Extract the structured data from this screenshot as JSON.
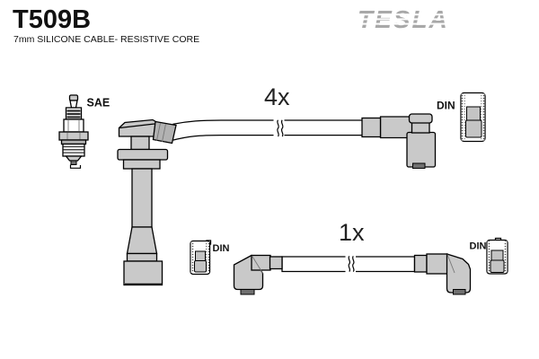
{
  "header": {
    "part_number": "T509B",
    "subtitle": "7mm SILICONE CABLE- RESISTIVE CORE"
  },
  "brand": {
    "logo_text": "TESLA"
  },
  "labels": {
    "sae": "SAE",
    "qty_main_cable": "4x",
    "qty_single_cable": "1x",
    "din_main_cable": "DIN",
    "din_single_cable_left": "DIN",
    "din_single_cable_right": "DIN"
  },
  "colors": {
    "background": "#ffffff",
    "text": "#111111",
    "brand_gray": "#a8a8a8",
    "part_fill": "#c9c9c9",
    "part_fill_dark": "#b2b2b2",
    "connector_inner": "#c4c4c4",
    "nub_dark": "#707070",
    "outline": "#000000"
  }
}
